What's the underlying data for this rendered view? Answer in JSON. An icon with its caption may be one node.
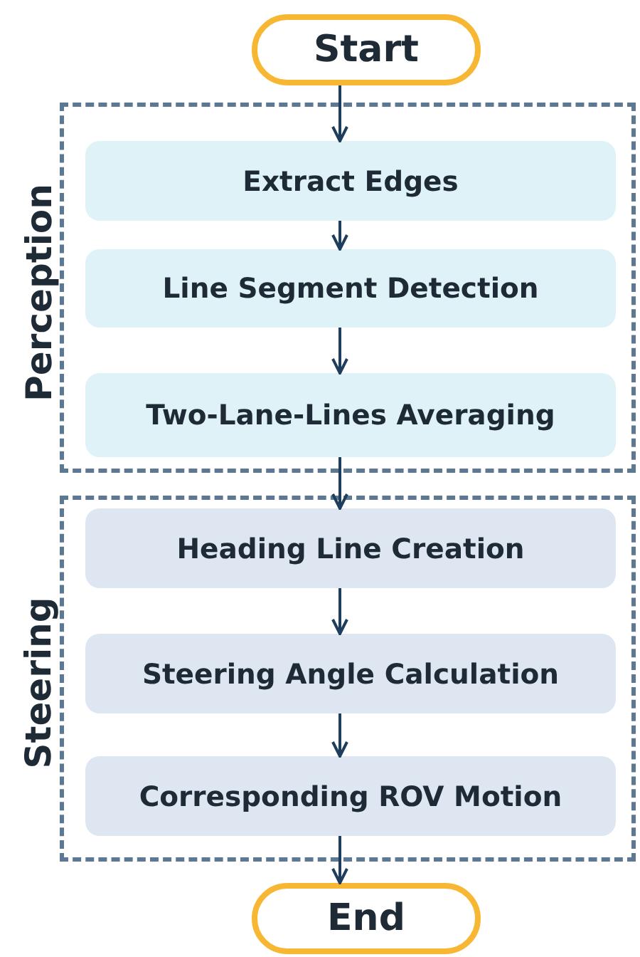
{
  "diagram": {
    "nodes": [
      {
        "text": [
          "Start"
        ]
      },
      {
        "text": [
          "Perception"
        ]
      },
      {
        "text": [
          "Extract Edges"
        ],
        "in": 1
      },
      {
        "text": [
          "Line Segment Detection"
        ],
        "in": 1
      },
      {
        "text": [
          "Two-Lane-Lines Averaging"
        ],
        "in": 1
      },
      {
        "text": [
          "Steering"
        ]
      },
      {
        "text": [
          "Heading Line Creation"
        ],
        "in": 5
      },
      {
        "text": [
          "Steering Angle Calculation"
        ],
        "in": 5
      },
      {
        "text": [
          "Corresponding ROV Motion"
        ],
        "in": 5
      },
      {
        "text": [
          "End"
        ]
      }
    ],
    "edges": [
      {
        "from": 0,
        "to": 2,
        "arrow": "to"
      },
      {
        "from": 2,
        "to": 3,
        "arrow": "to"
      },
      {
        "from": 3,
        "to": 4,
        "arrow": "to"
      },
      {
        "from": 4,
        "to": 6,
        "arrow": "to"
      },
      {
        "from": 6,
        "to": 7,
        "arrow": "to"
      },
      {
        "from": 7,
        "to": 8,
        "arrow": "to"
      },
      {
        "from": 8,
        "to": 9,
        "arrow": "to"
      }
    ]
  }
}
